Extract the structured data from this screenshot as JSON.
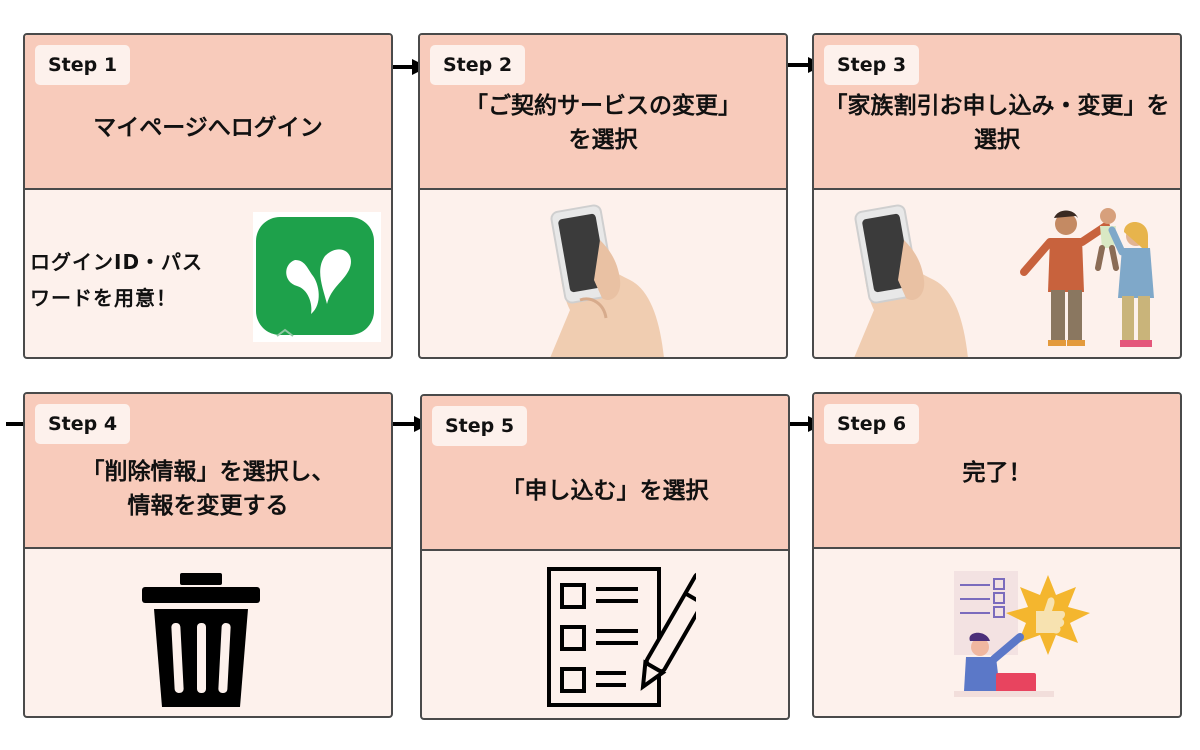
{
  "steps": [
    {
      "badge": "Step 1",
      "title_lines": [
        "マイページへログイン"
      ],
      "body_text": [
        "ログインID・パス",
        "ワードを用意！"
      ],
      "illustration": "app-logo-icon"
    },
    {
      "badge": "Step 2",
      "title_lines": [
        "「ご契約サービスの変更」",
        "を選択"
      ],
      "illustration": "smartphone-hand-icon"
    },
    {
      "badge": "Step 3",
      "title_lines": [
        "「家族割引お申し込み・変更」を",
        "選択"
      ],
      "illustration": "smartphone-family-icon"
    },
    {
      "badge": "Step 4",
      "title_lines": [
        "「削除情報」を選択し、",
        "情報を変更する"
      ],
      "illustration": "trash-can-icon"
    },
    {
      "badge": "Step 5",
      "title_lines": [
        "「申し込む」を選択"
      ],
      "illustration": "checklist-pen-icon"
    },
    {
      "badge": "Step 6",
      "title_lines": [
        "完了！"
      ],
      "illustration": "thumbs-up-person-icon"
    }
  ],
  "colors": {
    "header": "#f8cbbb",
    "body": "#fdf1ec",
    "border": "#4a4a4a",
    "app_green": "#1ea14b"
  }
}
